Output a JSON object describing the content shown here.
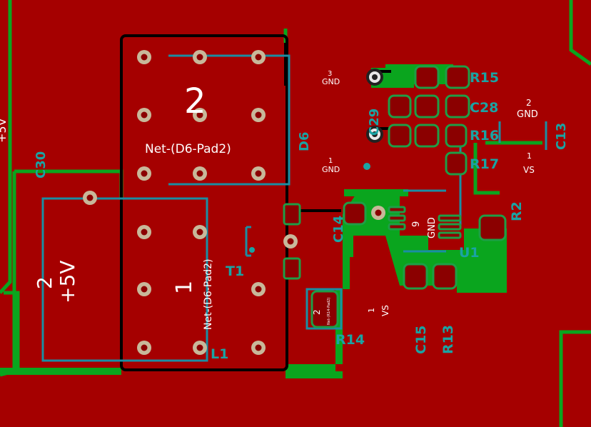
{
  "colors": {
    "background": "#8b0000",
    "copper": "#a50000",
    "green_copper": "#0aa51e",
    "silkscreen": "#1aa3a3",
    "courtyard": "#000000",
    "pad": "#8b0000",
    "pad_outline": "#1e9e46",
    "via": "#c8b89a"
  },
  "designators": {
    "d6": "D6",
    "t1": "T1",
    "l1": "L1",
    "c30": "C30",
    "r15": "R15",
    "c28": "C28",
    "r16": "R16",
    "r17": "R17",
    "c29": "C29",
    "c13": "C13",
    "c14": "C14",
    "r2": "R2",
    "u1": "U1",
    "r14": "R14",
    "c15": "C15",
    "r13": "R13"
  },
  "pad_labels": {
    "d6_pad_number": "2",
    "d6_net": "Net-(D6-Pad2)",
    "l1_pad_number": "1",
    "l1_net": "Net-(D6-Pad2)",
    "c30_pad_number": "2",
    "c30_net": "+5V",
    "left_edge_net": "+5V",
    "gnd3_num": "3",
    "gnd3_net": "GND",
    "gnd1_num": "1",
    "gnd1_net": "GND",
    "c13_pad_num": "2",
    "c13_net": "GND",
    "vs_right_num": "1",
    "vs_right_net": "VS",
    "u1_pin_num": "9",
    "u1_net": "GND",
    "r14_pad_num": "2",
    "r14_net": "Net-(R14-Pad2)",
    "vs_mid_num": "1",
    "vs_mid_net": "VS"
  }
}
